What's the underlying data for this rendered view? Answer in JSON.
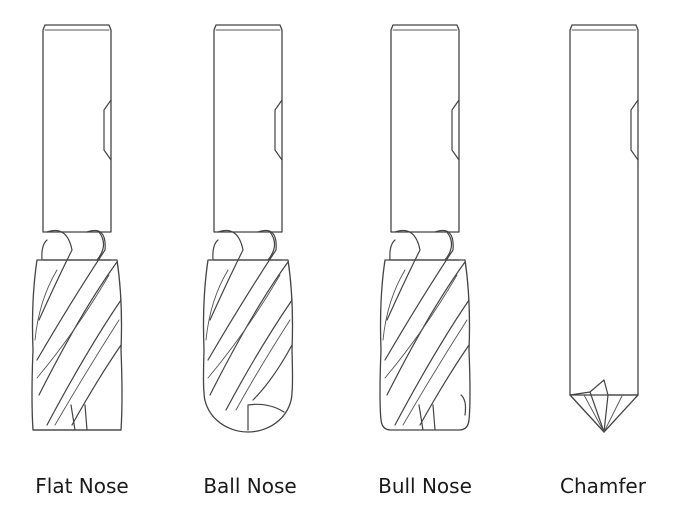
{
  "tools": [
    {
      "name": "Flat Nose",
      "tip": "flat"
    },
    {
      "name": "Ball Nose",
      "tip": "ball"
    },
    {
      "name": "Bull Nose",
      "tip": "bull"
    },
    {
      "name": "Chamfer",
      "tip": "chamfer"
    }
  ],
  "colors": {
    "stroke": "#444444",
    "background": "#ffffff",
    "label": "#1a1a1a"
  }
}
